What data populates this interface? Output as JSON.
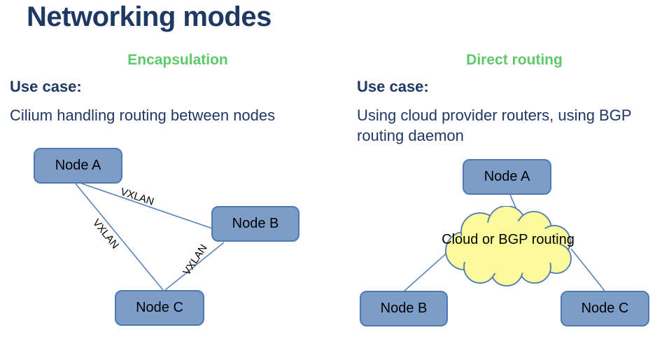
{
  "title": "Networking modes",
  "colors": {
    "heading_navy": "#1F3864",
    "section_green": "#5EC969",
    "node_fill": "#7D9DC9",
    "node_border": "#4E79B2",
    "connector_blue": "#5B84B8",
    "cloud_fill": "#FBFB9B"
  },
  "left": {
    "header": "Encapsulation",
    "use_case_label": "Use case:",
    "use_case_text": "Cilium handling routing between nodes",
    "nodes": [
      {
        "label": "Node A"
      },
      {
        "label": "Node B"
      },
      {
        "label": "Node C"
      }
    ],
    "edges": [
      {
        "from": "Node A",
        "to": "Node B",
        "label": "VXLAN"
      },
      {
        "from": "Node A",
        "to": "Node C",
        "label": "VXLAN"
      },
      {
        "from": "Node B",
        "to": "Node C",
        "label": "VXLAN"
      }
    ]
  },
  "right": {
    "header": "Direct routing",
    "use_case_label": "Use case:",
    "use_case_text": "Using cloud provider routers, using BGP routing daemon",
    "nodes": [
      {
        "label": "Node A"
      },
      {
        "label": "Node B"
      },
      {
        "label": "Node C"
      }
    ],
    "cloud_label": "Cloud or BGP routing",
    "edges": [
      {
        "from": "Node A",
        "to": "cloud"
      },
      {
        "from": "cloud",
        "to": "Node B"
      },
      {
        "from": "cloud",
        "to": "Node C"
      }
    ]
  }
}
